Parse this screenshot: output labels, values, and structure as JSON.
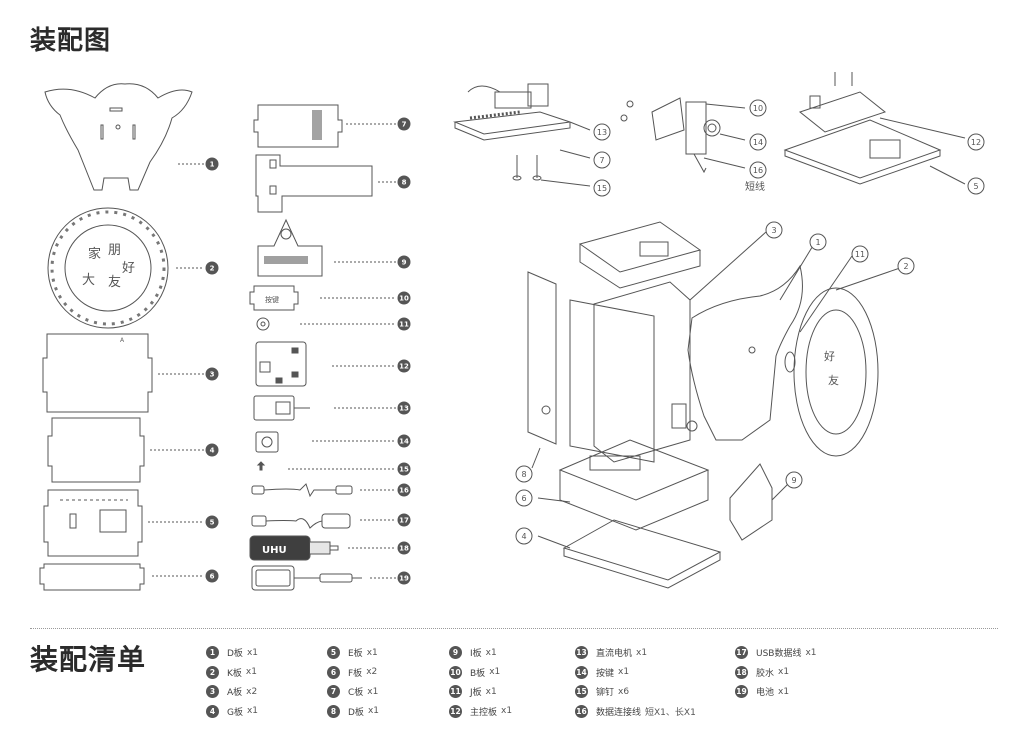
{
  "page": {
    "title": "装配图",
    "list_title": "装配清单",
    "note_short_line": "短线"
  },
  "parts": [
    {
      "num": "1",
      "name": "D板",
      "qty": "x1"
    },
    {
      "num": "2",
      "name": "K板",
      "qty": "x1"
    },
    {
      "num": "3",
      "name": "A板",
      "qty": "x2"
    },
    {
      "num": "4",
      "name": "G板",
      "qty": "x1"
    },
    {
      "num": "5",
      "name": "E板",
      "qty": "x1"
    },
    {
      "num": "6",
      "name": "F板",
      "qty": "x2"
    },
    {
      "num": "7",
      "name": "C板",
      "qty": "x1"
    },
    {
      "num": "8",
      "name": "D板",
      "qty": "x1"
    },
    {
      "num": "9",
      "name": "I板",
      "qty": "x1"
    },
    {
      "num": "10",
      "name": "B板",
      "qty": "x1"
    },
    {
      "num": "11",
      "name": "J板",
      "qty": "x1"
    },
    {
      "num": "12",
      "name": "主控板",
      "qty": "x1"
    },
    {
      "num": "13",
      "name": "直流电机",
      "qty": "x1"
    },
    {
      "num": "14",
      "name": "按键",
      "qty": "x1"
    },
    {
      "num": "15",
      "name": "铆钉",
      "qty": "x6"
    },
    {
      "num": "16",
      "name": "数据连接线",
      "qty": "短X1、长X1"
    },
    {
      "num": "17",
      "name": "USB数据线",
      "qty": "x1"
    },
    {
      "num": "18",
      "name": "胶水",
      "qty": "x1"
    },
    {
      "num": "19",
      "name": "电池",
      "qty": "x1"
    }
  ],
  "labels": {
    "uhu": "UHU",
    "button_text": "按键"
  }
}
